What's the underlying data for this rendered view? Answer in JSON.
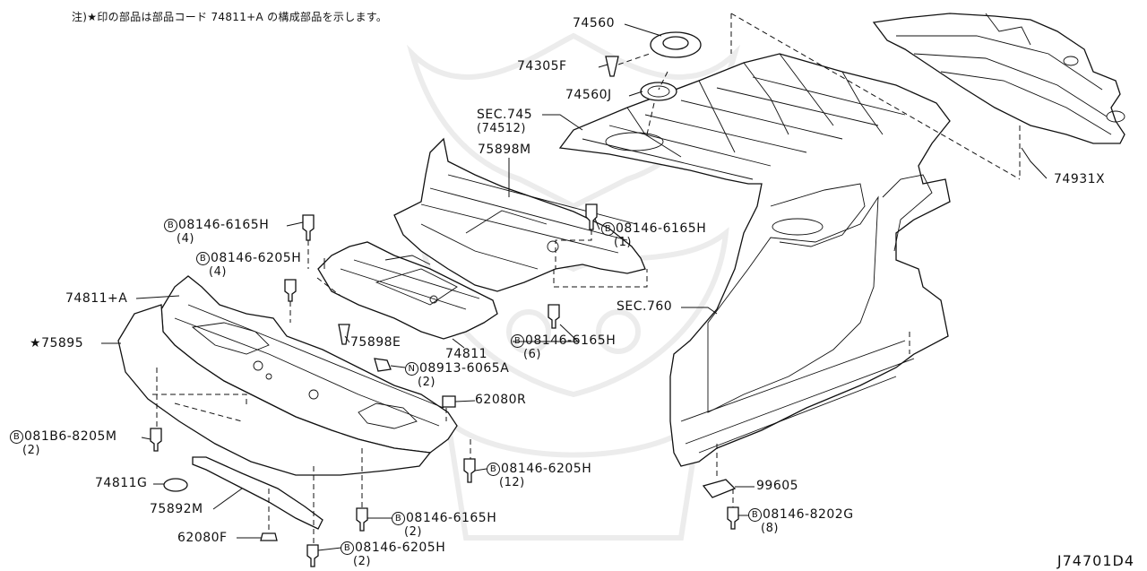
{
  "note": "注)★印の部品は部品コード 74811+A の構成部品を示します。",
  "diagram_code": "J74701D4",
  "labels": {
    "p74560": {
      "text": "74560"
    },
    "p74305F": {
      "text": "74305F"
    },
    "p74560J": {
      "text": "74560J"
    },
    "sec745": {
      "text": "SEC.745",
      "sub": "(74512)"
    },
    "p75898M": {
      "text": "75898M"
    },
    "p74931X": {
      "text": "74931X"
    },
    "b6165_4": {
      "text": "08146-6165H",
      "sym": "B",
      "qty": "(4)"
    },
    "b6165_1": {
      "text": "08146-6165H",
      "sym": "B",
      "qty": "(1)"
    },
    "b6205_4": {
      "text": "08146-6205H",
      "sym": "B",
      "qty": "(4)"
    },
    "p74811A": {
      "text": "74811+A"
    },
    "p75895": {
      "text": "75895",
      "star": "★"
    },
    "sec760": {
      "text": "SEC.760"
    },
    "p75898E": {
      "text": "75898E"
    },
    "p74811": {
      "text": "74811"
    },
    "b6165_6": {
      "text": "08146-6165H",
      "sym": "B",
      "qty": "(6)"
    },
    "n6065": {
      "text": "08913-6065A",
      "sym": "N",
      "qty": "(2)"
    },
    "p62080R": {
      "text": "62080R"
    },
    "b8205M": {
      "text": "081B6-8205M",
      "sym": "B",
      "qty": "(2)"
    },
    "b6205_12": {
      "text": "08146-6205H",
      "sym": "B",
      "qty": "(12)"
    },
    "p99605": {
      "text": "99605"
    },
    "p74811G": {
      "text": "74811G"
    },
    "b8202G": {
      "text": "08146-8202G",
      "sym": "B",
      "qty": "(8)"
    },
    "p75892M": {
      "text": "75892M"
    },
    "b6165_2": {
      "text": "08146-6165H",
      "sym": "B",
      "qty": "(2)"
    },
    "p62080F": {
      "text": "62080F"
    },
    "b6205_2": {
      "text": "08146-6205H",
      "sym": "B",
      "qty": "(2)"
    }
  }
}
